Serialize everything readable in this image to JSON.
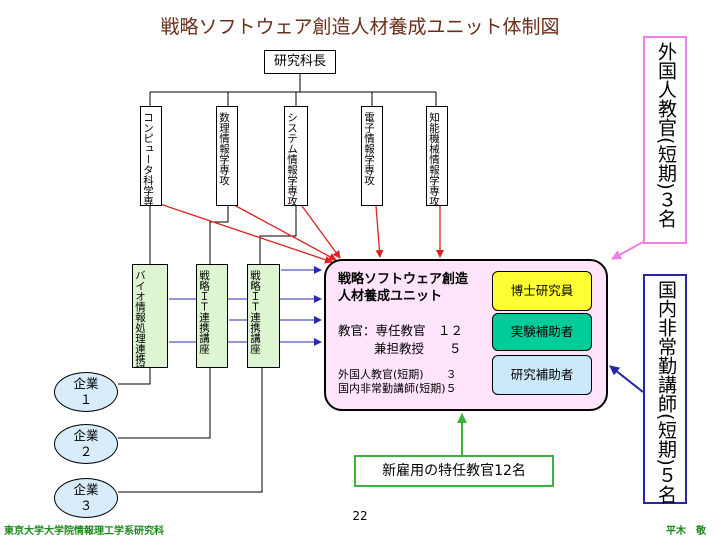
{
  "title": "戦略ソフトウェア創造人材養成ユニット体制図",
  "head": "研究科長",
  "departments": [
    "コンピュータ科学専攻",
    "数理情報学専攻",
    "システム情報学専攻",
    "電子情報学専攻",
    "知能機械情報学専攻"
  ],
  "courses": [
    "バイオ情報処理連携講座",
    "戦略ＩＴ連携講座",
    "戦略ＩＴ連携講座"
  ],
  "unit": {
    "title_line1": "戦略ソフトウェア創造",
    "title_line2": "人材養成ユニット",
    "faculty_line1": "教官：専任教官　１２",
    "faculty_line2": "兼担教授　　５",
    "foreign_line": "外国人教官(短期)　　３",
    "domestic_line": "国内非常勤講師(短期)５",
    "roles": [
      "博士研究員",
      "実験補助者",
      "研究補助者"
    ]
  },
  "companies": [
    {
      "name": "企業",
      "num": "１"
    },
    {
      "name": "企業",
      "num": "２"
    },
    {
      "name": "企業",
      "num": "３"
    }
  ],
  "new_hire": "新雇用の特任教官12名",
  "foreign_teachers": "外国人教官(短期)３名",
  "domestic_lecturers": "国内非常勤講師(短期)５名",
  "page_number": "22",
  "footer_left": "東京大学大学院情報理工学系研究科",
  "footer_right": "平木　敬",
  "colors": {
    "title": "#6a2f1a",
    "red_arrow": "#e02020",
    "blue_arrow": "#2a2ab0",
    "green_arrow": "#3bb43b",
    "center_fill": "#ffe4fc",
    "course_fill": "#ddf5d0",
    "role1_fill": "#ffff33",
    "role2_fill": "#00cc99",
    "role3_fill": "#cce9fb",
    "company_fill": "#d8ecfb",
    "footer": "#1d8a1d"
  }
}
